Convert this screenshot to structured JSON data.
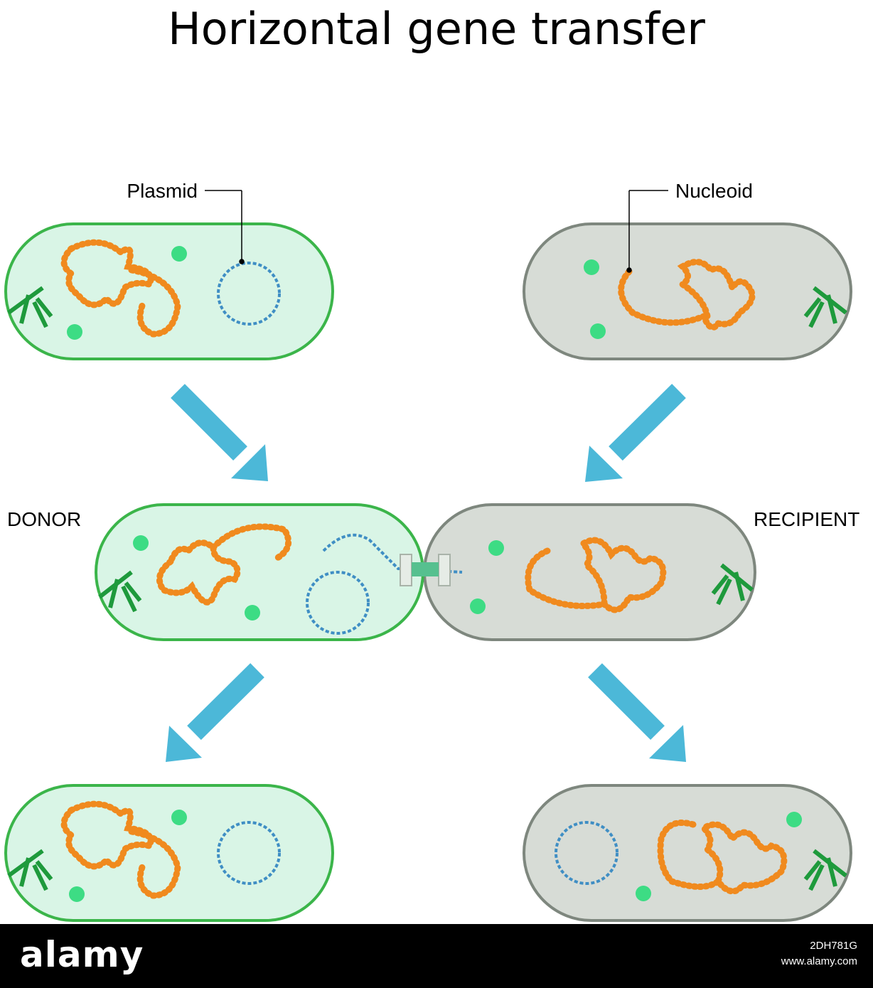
{
  "title": "Horizontal gene transfer",
  "labels": {
    "plasmid": "Plasmid",
    "nucleoid": "Nucleoid",
    "donor": "DONOR",
    "recipient": "RECIPIENT"
  },
  "colors": {
    "donor_fill": "#d9f5e6",
    "donor_stroke": "#3bb54a",
    "recipient_fill": "#d7dcd6",
    "recipient_stroke": "#7e877e",
    "arrow": "#4cb8d8",
    "nucleoid": "#f08a1e",
    "granule": "#3ddc84",
    "flagellum": "#1e9a3c",
    "dna": "#3f8ec4"
  },
  "watermark": {
    "brand": "alamy",
    "image_id": "2DH781G",
    "site": "www.alamy.com"
  }
}
